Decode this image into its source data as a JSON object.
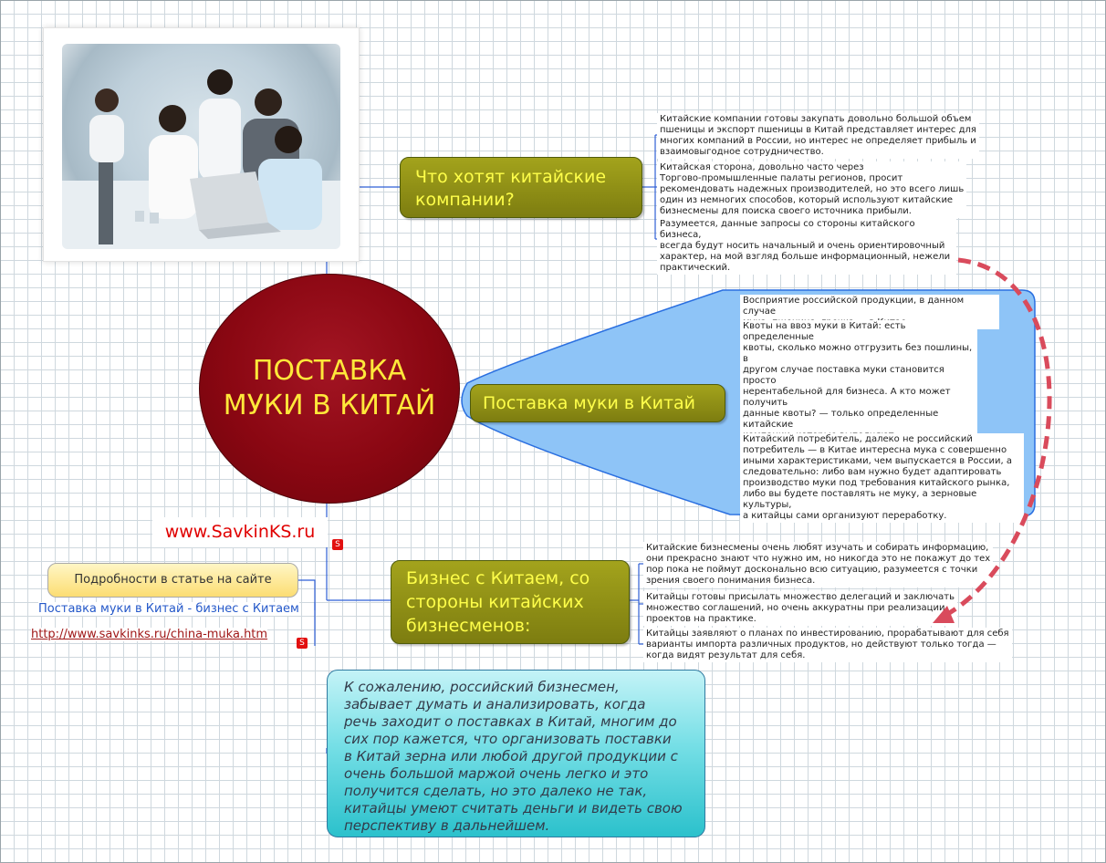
{
  "central": {
    "title": "ПОСТАВКА\nМУКИ В КИТАЙ"
  },
  "topics": [
    {
      "label": "Что хотят китайские\nкомпании?",
      "notes": [
        "Китайские компании готовы закупать довольно большой объем\nпшеницы и экспорт пшеницы в Китай представляет интерес для\nмногих компаний в России, но интерес не определяет прибыль и\nвзаимовыгодное сотрудничество.",
        "Китайская сторона, довольно часто через\nТоргово-промышленные палаты регионов, просит\nрекомендовать надежных производителей, но это всего лишь\nодин из немногих способов, который используют китайские\nбизнесмены для поиска своего источника прибыли.",
        "Разумеется, данные запросы со стороны китайского бизнеса,\nвсегда будут носить начальный и очень ориентировочный\nхарактер, на мой взгляд больше информационный, нежели\nпрактический."
      ]
    },
    {
      "label": "Поставка муки в Китай",
      "notes": [
        "Восприятие российской продукции, в данном случае\nмука, пшеница, гречка —  в Китае.",
        "Квоты на ввоз муки в Китай: есть определенные\nквоты, сколько можно отгрузить без пошлины, в\nдругом случае поставка муки становится просто\nнерентабельной для бизнеса. А кто может получить\nданные квоты? — только определенные китайские\nкомпании, которые выполняют государственный\nзаказ! Вы знаете такие компании? и чем\nподкреплены ваши знания? — простые вопросы, на\nкоторые, большинство желающих поставлять муку в\nКитай ответить не могут.",
        "Китайский потребитель, далеко не российский\nпотребитель — в Китае интересна мука с совершенно\nиными характеристиками, чем выпускается в России, а\nследовательно: либо вам нужно будет адаптировать\nпроизводство муки под требования китайского рынка,\nлибо вы будете поставлять не муку, а зерновые культуры,\nа китайцы сами организуют переработку."
      ]
    },
    {
      "label": "Бизнес с Китаем, со\nстороны китайских\nбизнесменов:",
      "notes": [
        "Китайские бизнесмены очень любят изучать и собирать информацию,\nони прекрасно знают что нужно им, но никогда это не покажут до тех\nпор пока не поймут досконально всю ситуацию, разумеется с точки\nзрения своего понимания бизнеса.",
        "Китайцы готовы присылать множество делегаций и заключать\nмножество соглашений, но очень аккуратны при реализации\nпроектов на практике.",
        "Китайцы заявляют о планах по инвестированию, прорабатывают для себя\nварианты импорта различных продуктов, но действуют только тогда —\nкогда видят результат для себя."
      ]
    }
  ],
  "website": "www.SavkinKS.ru",
  "callout": "Подробности в статье на сайте",
  "article_link": "Поставка муки в Китай - бизнес с Китаем",
  "url": "http://www.savkinks.ru/china-muka.htm",
  "link_icon": "S",
  "conclusion": "К сожалению, российский бизнесмен,\nзабывает думать и анализировать, когда\nречь заходит о поставках в Китай, многим до\nсих пор кажется, что организовать поставки\nв Китай зерна или любой другой продукции с\nочень большой маржой очень легко и это\nполучится сделать, но это далеко не так,\nкитайцы умеют считать деньги и видеть свою\nперспективу в дальнейшем.",
  "colors": {
    "central": "#8a0712",
    "central_text": "#ffe83a",
    "topic": "#8c8c14",
    "topic_text": "#ffff4a",
    "boundary": "#8ec4f7",
    "arrow": "#d94b5c",
    "conclusion": "#3fcbd4",
    "connector": "#2f5fd6"
  }
}
